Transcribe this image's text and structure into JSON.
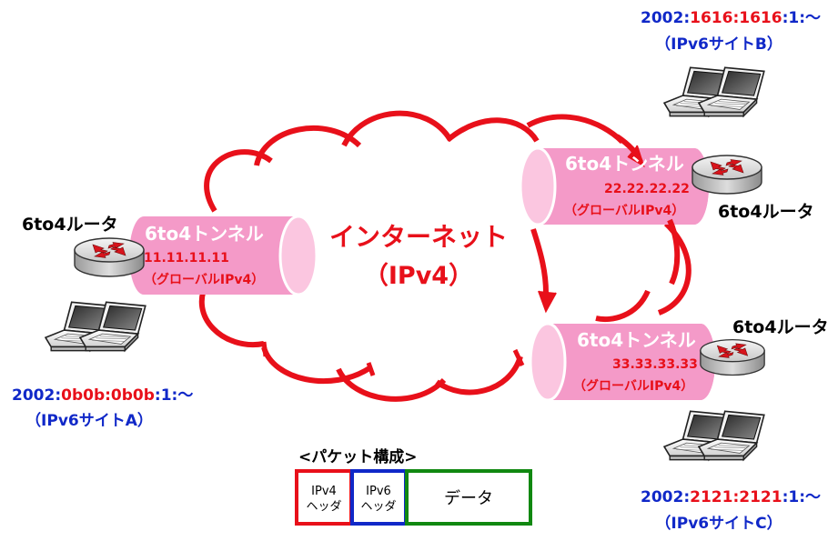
{
  "colors": {
    "cloud": "#e8101a",
    "tunnel_fill": "#f49ac8",
    "tunnel_cap": "#fbc6e0",
    "tunnel_text": "#ffffff",
    "ipv4_text": "#e8101a",
    "ipv6_blue": "#1028c8",
    "packet_ipv4": "#e8101a",
    "packet_ipv6": "#1028c8",
    "packet_data": "#118811"
  },
  "cloud_label": {
    "line1": "インターネット",
    "line2": "（IPv4）"
  },
  "site_a": {
    "router_label": "6to4ルータ",
    "tunnel_label": "6to4トンネル",
    "ipv4_address": "11.11.11.11",
    "ipv4_note": "（グローバルIPv4）",
    "prefix": "2002:",
    "hex": "0b0b:0b0b",
    "suffix": ":1:〜",
    "site_name": "（IPv6サイトA）"
  },
  "site_b": {
    "router_label": "6to4ルータ",
    "tunnel_label": "6to4トンネル",
    "ipv4_address": "22.22.22.22",
    "ipv4_note": "（グローバルIPv4）",
    "prefix": "2002:",
    "hex": "1616:1616",
    "suffix": ":1:〜",
    "site_name": "（IPv6サイトB）"
  },
  "site_c": {
    "router_label": "6to4ルータ",
    "tunnel_label": "6to4トンネル",
    "ipv4_address": "33.33.33.33",
    "ipv4_note": "（グローバルIPv4）",
    "prefix": "2002:",
    "hex": "2121:2121",
    "suffix": ":1:〜",
    "site_name": "（IPv6サイトC）"
  },
  "packet": {
    "title": "<パケット構成>",
    "ipv4_line1": "IPv4",
    "ipv4_line2": "ヘッダ",
    "ipv6_line1": "IPv6",
    "ipv6_line2": "ヘッダ",
    "data": "データ"
  }
}
